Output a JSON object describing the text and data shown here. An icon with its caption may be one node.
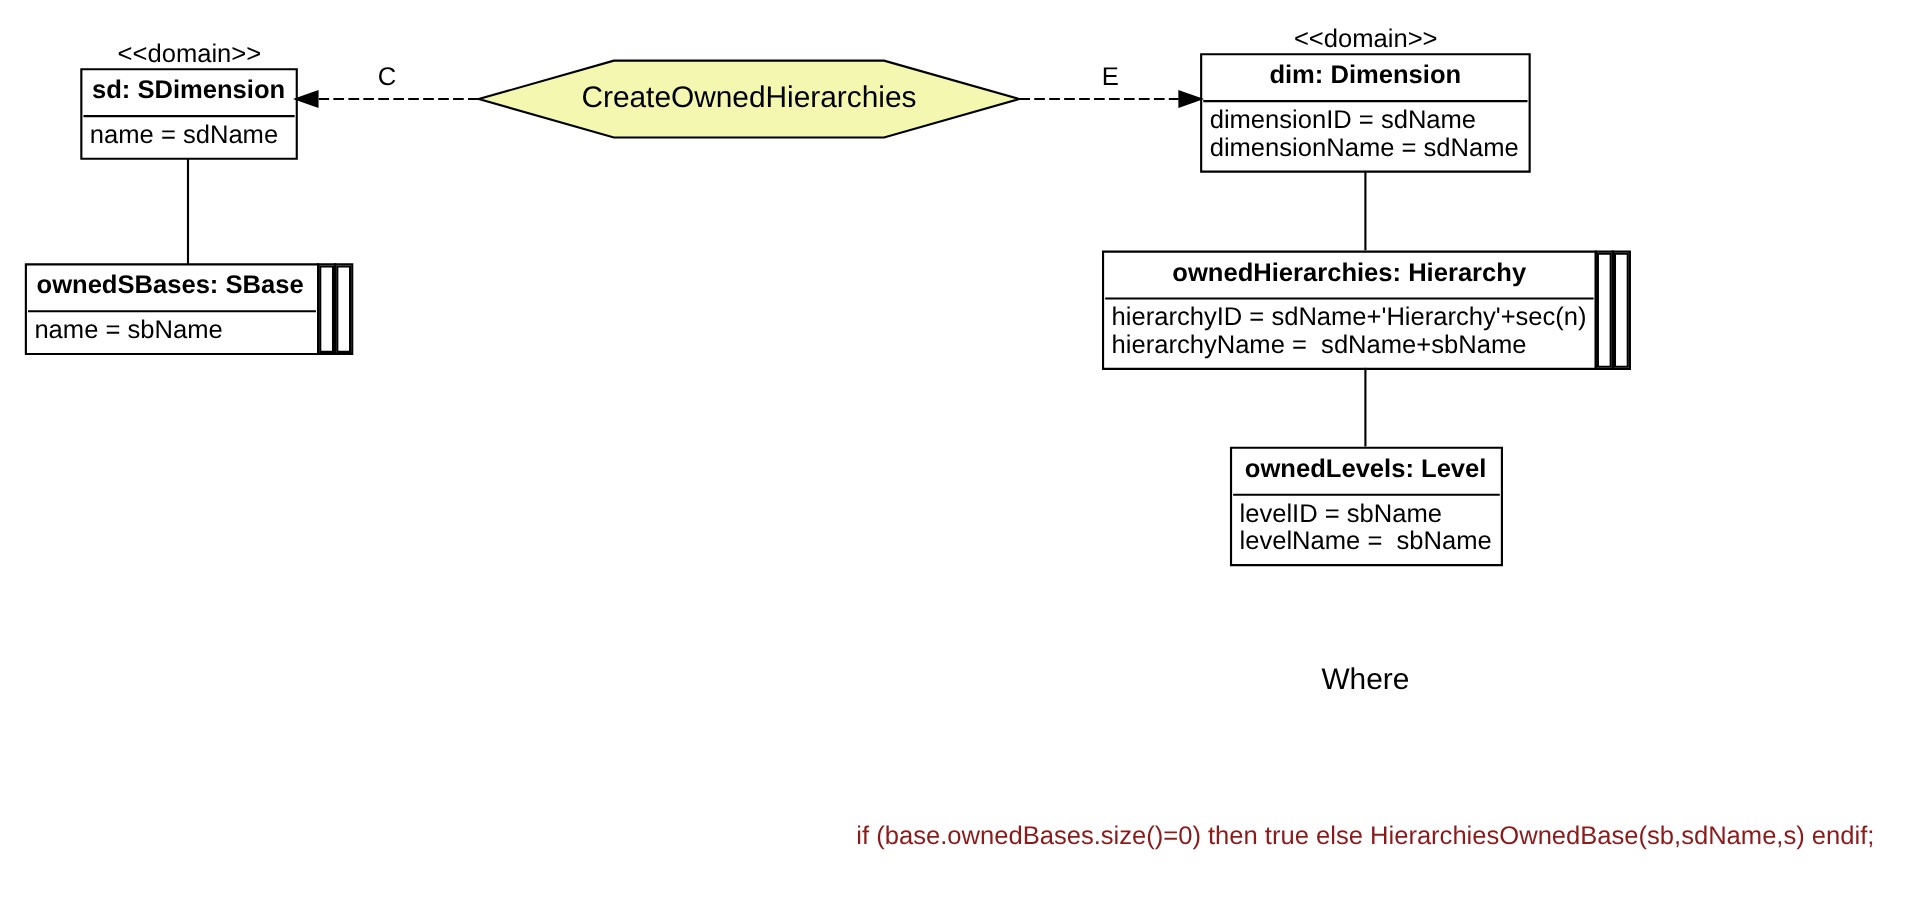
{
  "diagram": {
    "nodes": [
      {
        "text": [
          "sd: SDimension",
          "name = sdName"
        ],
        "beside": [
          "<<domain>>"
        ]
      },
      {
        "text": [
          "ownedSBases: SBase",
          "name = sbName"
        ]
      },
      {
        "text": [
          "CreateOwnedHierarchies"
        ]
      },
      {
        "text": [
          "dim: Dimension",
          "dimensionID = sdName",
          "dimensionName = sdName"
        ],
        "beside": [
          "<<domain>>"
        ]
      },
      {
        "text": [
          "ownedHierarchies: Hierarchy",
          "hierarchyID = sdName+'Hierarchy'+sec(n)",
          "hierarchyName =  sdName+sbName"
        ]
      },
      {
        "text": [
          "ownedLevels: Level",
          "levelID = sbName",
          "levelName =  sbName"
        ]
      }
    ],
    "edges": [
      {
        "from": 2,
        "to": 0,
        "arrow": "to",
        "label": "C",
        "style": "dashed"
      },
      {
        "from": 2,
        "to": 3,
        "arrow": "to",
        "label": "E",
        "style": "dashed"
      },
      {
        "from": 0,
        "to": 1,
        "arrow": "none"
      },
      {
        "from": 3,
        "to": 4,
        "arrow": "none"
      },
      {
        "from": 4,
        "to": 5,
        "arrow": "none"
      }
    ],
    "labels": [
      "Where",
      "if (base.ownedBases.size()=0) then true else HierarchiesOwnedBase(sb,sdName,s) endif;"
    ]
  }
}
